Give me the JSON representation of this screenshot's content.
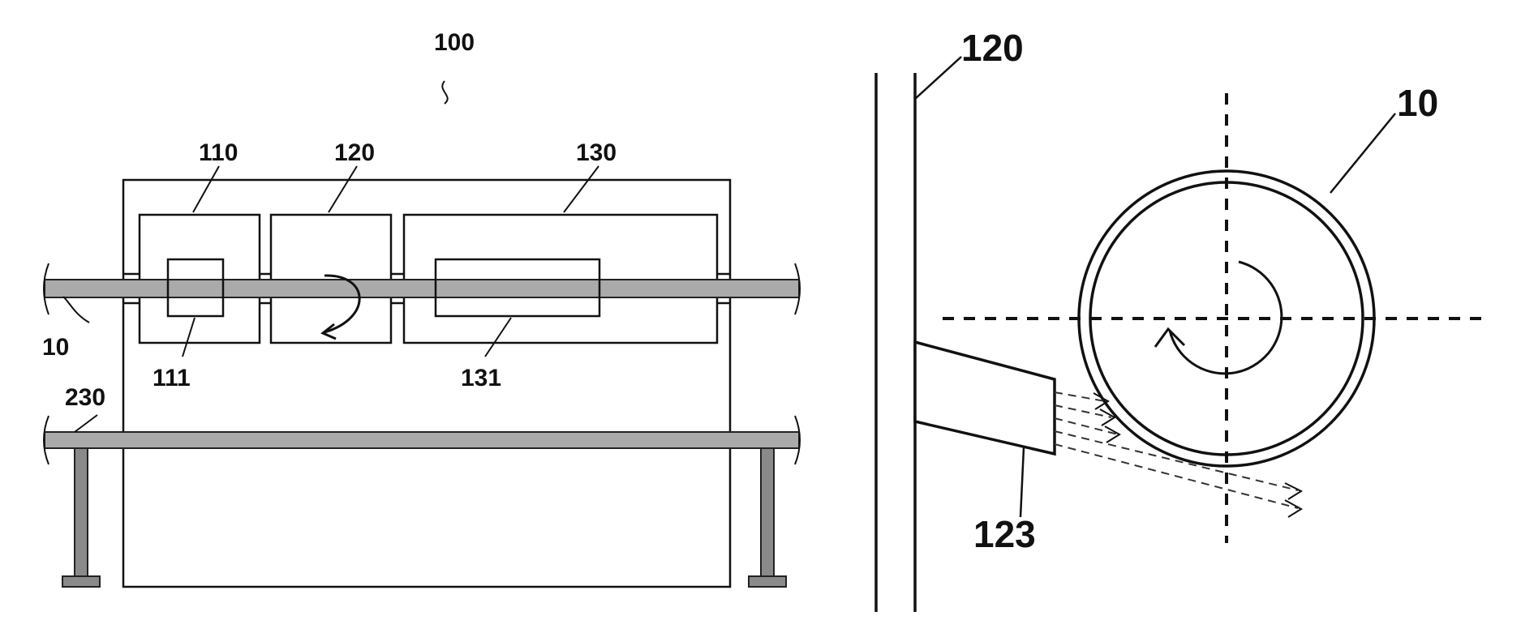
{
  "figure_left": {
    "labels": {
      "apparatus": "100",
      "unit_1": "110",
      "unit_2": "120",
      "unit_3": "130",
      "sub_unit_1": "111",
      "sub_unit_3": "131",
      "pipe": "10",
      "rail": "230"
    }
  },
  "figure_right": {
    "labels": {
      "unit_2": "120",
      "pipe": "10",
      "nozzle": "123"
    }
  }
}
